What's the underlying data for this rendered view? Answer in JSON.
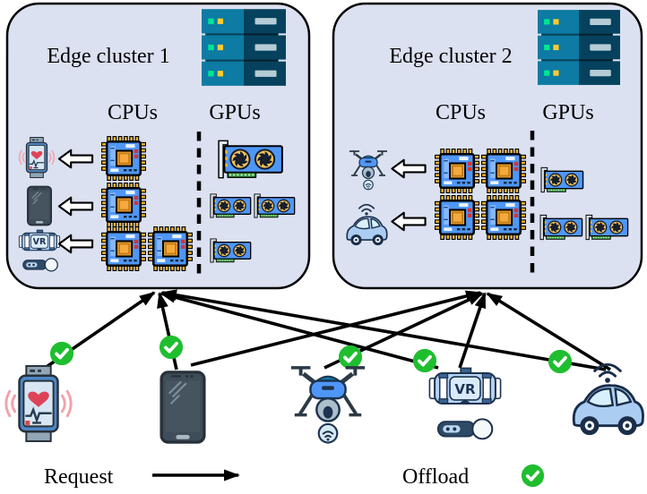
{
  "figure": {
    "legend": {
      "request_label": "Request",
      "offload_label": "Offload"
    },
    "vr_label": "VR",
    "clusters": [
      {
        "id": "edge-cluster-1",
        "title": "Edge cluster 1",
        "cpu_label": "CPUs",
        "gpu_label": "GPUs",
        "rows": [
          {
            "device": "smartwatch",
            "cpus": 1,
            "gpus": 1
          },
          {
            "device": "smartphone",
            "cpus": 1,
            "gpus": 2
          },
          {
            "device": "vr-headset",
            "cpus": 2,
            "gpus": 1
          }
        ]
      },
      {
        "id": "edge-cluster-2",
        "title": "Edge cluster 2",
        "cpu_label": "CPUs",
        "gpu_label": "GPUs",
        "rows": [
          {
            "device": "drone",
            "cpus": 2,
            "gpus": 1
          },
          {
            "device": "car",
            "cpus": 2,
            "gpus": 2
          }
        ]
      }
    ],
    "devices": [
      "smartwatch",
      "smartphone",
      "drone",
      "vr-headset",
      "car"
    ],
    "connections": [
      {
        "from": "smartwatch",
        "to": "edge-cluster-1",
        "offload": true
      },
      {
        "from": "smartphone",
        "to": "edge-cluster-1",
        "offload": true
      },
      {
        "from": "smartphone",
        "to": "edge-cluster-2",
        "offload": false
      },
      {
        "from": "drone",
        "to": "edge-cluster-2",
        "offload": true
      },
      {
        "from": "vr-headset",
        "to": "edge-cluster-1",
        "offload": true
      },
      {
        "from": "vr-headset",
        "to": "edge-cluster-2",
        "offload": false
      },
      {
        "from": "car",
        "to": "edge-cluster-1",
        "offload": true
      },
      {
        "from": "car",
        "to": "edge-cluster-2",
        "offload": false
      }
    ],
    "colors": {
      "cluster_bg": "#dbe1f1",
      "offload_green": "#1fbe2f",
      "chip_blue": "#4f97f7",
      "chip_orange": "#f5a93d",
      "fan_yellow": "#f2c35c",
      "server_teal": "#0d7ba3"
    }
  }
}
